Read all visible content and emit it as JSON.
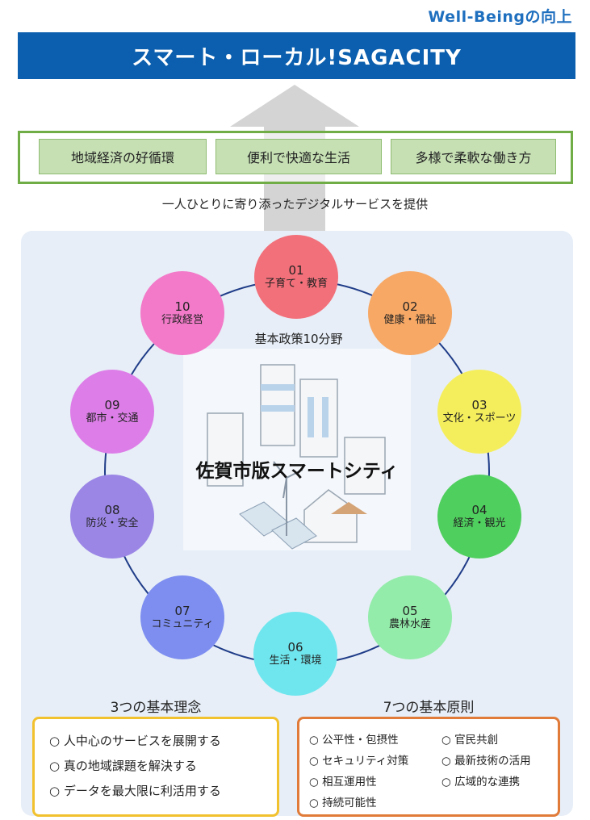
{
  "header": {
    "wellbeing_label": "Well-Beingの向上",
    "title": "スマート・ローカル!SAGACITY",
    "title_color": "#0b5fae"
  },
  "goals": [
    {
      "label": "地域経済の好循環"
    },
    {
      "label": "便利で快適な生活"
    },
    {
      "label": "多様で柔軟な働き方"
    }
  ],
  "service_text": "一人ひとりに寄り添ったデジタルサービスを提供",
  "center": {
    "title": "佐賀市版スマートシティ",
    "policy_label": "基本政策10分野"
  },
  "policies": [
    {
      "num": "01",
      "label": "子育て・教育",
      "color": "#f2707a"
    },
    {
      "num": "02",
      "label": "健康・福祉",
      "color": "#f7a865"
    },
    {
      "num": "03",
      "label": "文化・スポーツ",
      "color": "#f5ee5c"
    },
    {
      "num": "04",
      "label": "経済・観光",
      "color": "#4fcf5e"
    },
    {
      "num": "05",
      "label": "農林水産",
      "color": "#93ecaa"
    },
    {
      "num": "06",
      "label": "生活・環境",
      "color": "#6fe6ee"
    },
    {
      "num": "07",
      "label": "コミュニティ",
      "color": "#7d8ef0"
    },
    {
      "num": "08",
      "label": "防災・安全",
      "color": "#9b86e6"
    },
    {
      "num": "09",
      "label": "都市・交通",
      "color": "#dd7ee8"
    },
    {
      "num": "10",
      "label": "行政経営",
      "color": "#f27ac9"
    }
  ],
  "philosophy": {
    "heading": "3つの基本理念",
    "items": [
      "○ 人中心のサービスを展開する",
      "○ 真の地域課題を解決する",
      "○ データを最大限に利活用する"
    ]
  },
  "principles": {
    "heading": "7つの基本原則",
    "items": [
      "○ 公平性・包摂性",
      "○ セキュリティ対策",
      "○ 相互運用性",
      "○ 持続可能性",
      "○ 官民共創",
      "○ 最新技術の活用",
      "○ 広域的な連携"
    ]
  }
}
